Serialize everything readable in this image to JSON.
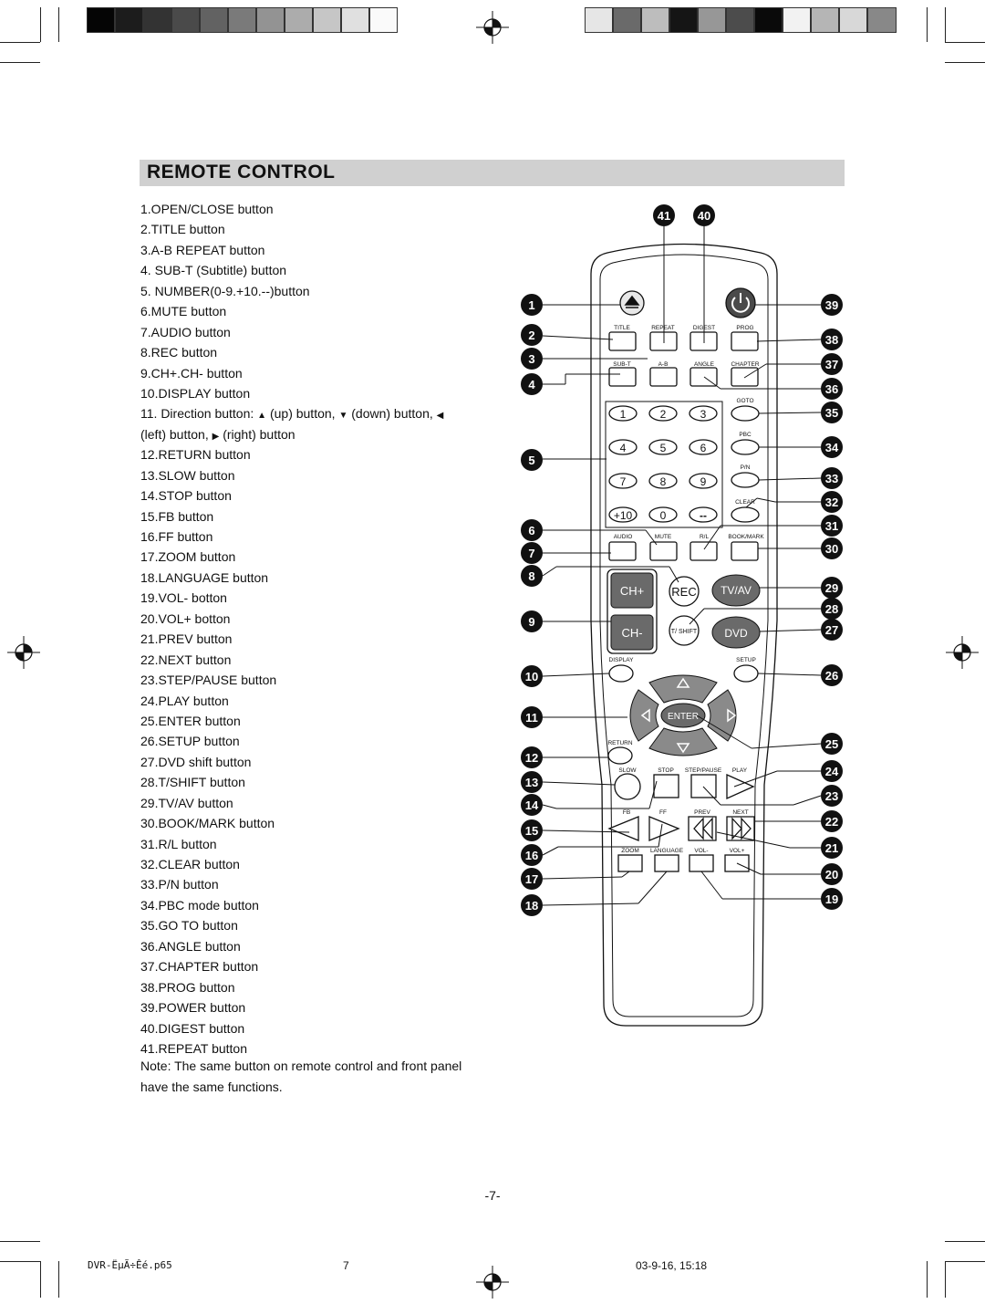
{
  "section": {
    "title": "REMOTE CONTROL"
  },
  "buttons": [
    "1.OPEN/CLOSE  button",
    "2.TITLE  button",
    "3.A-B REPEAT  button",
    "4. SUB-T (Subtitle) button",
    "5. NUMBER(0-9.+10.--)button",
    "6.MUTE  button",
    "7.AUDIO  button",
    "8.REC  button",
    "9.CH+.CH-  button",
    "10.DISPLAY  button",
    "11. Direction button:",
    "(left) button,",
    "12.RETURN  button",
    "13.SLOW  button",
    "14.STOP  button",
    "15.FB  button",
    "16.FF button",
    "17.ZOOM  button",
    "18.LANGUAGE  button",
    "19.VOL-  botton",
    "20.VOL+  botton",
    "21.PREV  button",
    "22.NEXT  button",
    "23.STEP/PAUSE   button",
    "24.PLAY  button",
    "25.ENTER  button",
    "26.SETUP  button",
    "27.DVD shift button",
    "28.T/SHIFT  button",
    "29.TV/AV  button",
    "30.BOOK/MARK  button",
    "31.R/L  button",
    "32.CLEAR  button",
    "33.P/N  button",
    "34.PBC mode  button",
    "35.GO TO  button",
    "36.ANGLE  button",
    "37.CHAPTER  button",
    "38.PROG  button",
    "39.POWER  button",
    "40.DIGEST button",
    "41.REPEAT button"
  ],
  "direction_parts": {
    "up": "(up) button,",
    "down": "(down) button,",
    "right": "(right) button"
  },
  "note": {
    "line1": "Note: The same button on remote control and front panel",
    "line2": "have the same functions."
  },
  "remote": {
    "labels": {
      "title": "TITLE",
      "repeat": "REPEAT",
      "digest": "DIGEST",
      "prog": "PROG",
      "subt": "SUB-T",
      "ab": "A-B",
      "angle": "ANGLE",
      "chapter": "CHAPTER",
      "goto": "GOTO",
      "pbc": "PBC",
      "pn": "P/N",
      "clear": "CLEAR",
      "audio": "AUDIO",
      "mute": "MUTE",
      "rl": "R/L",
      "bookmark": "BOOK/MARK",
      "chplus": "CH+",
      "rec": "REC",
      "tvav": "TV/AV",
      "chminus": "CH-",
      "tshift": "T/ SHIFT",
      "dvd": "DVD",
      "display": "DISPLAY",
      "setup": "SETUP",
      "enter": "ENTER",
      "return": "RETURN",
      "slow": "SLOW",
      "stop": "STOP",
      "steppause": "STEP/PAUSE",
      "play": "PLAY",
      "fb": "FB",
      "ff": "FF",
      "prev": "PREV",
      "next": "NEXT",
      "zoom": "ZOOM",
      "language": "LANGUAGE",
      "volminus": "VOL-",
      "volplus": "VOL+"
    },
    "number_keys": [
      "1",
      "2",
      "3",
      "4",
      "5",
      "6",
      "7",
      "8",
      "9",
      "+10",
      "0",
      "--"
    ],
    "callouts_left": [
      "1",
      "2",
      "3",
      "4",
      "5",
      "6",
      "7",
      "8",
      "9",
      "10",
      "11",
      "12",
      "13",
      "14",
      "15",
      "16",
      "17",
      "18"
    ],
    "callouts_right": [
      "39",
      "38",
      "37",
      "36",
      "35",
      "34",
      "33",
      "32",
      "31",
      "30",
      "29",
      "28",
      "27",
      "26",
      "25",
      "24",
      "23",
      "22",
      "21",
      "20",
      "19"
    ],
    "callouts_top": [
      "41",
      "40"
    ]
  },
  "footer": {
    "page": "-7-",
    "file": "DVR-ËµÃ÷Êé.p65",
    "page_small": "7",
    "date": "03-9-16, 15:18"
  }
}
